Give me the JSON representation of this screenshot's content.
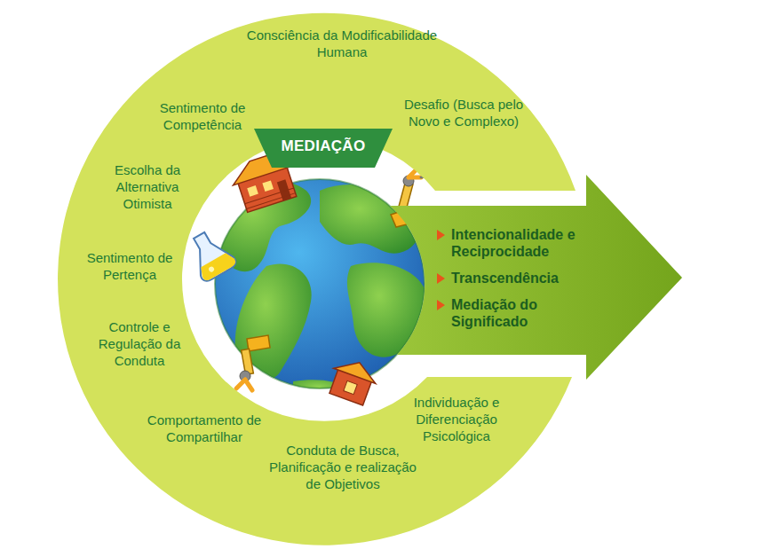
{
  "diagram": {
    "nodes": [
      {
        "text": [
          "Consciência da Modificabilidade Humana",
          "Sentimento de Competência",
          "Desafio (Busca pelo Novo e Complexo)",
          "Escolha da Alternativa Otimista",
          "Sentimento de Pertença",
          "Controle e Regulação da Conduta",
          "Comportamento de Compartilhar",
          "Individuação e Diferenciação Psicológica",
          "Conduta de Busca, Planificação e realização de Objetivos"
        ]
      },
      {
        "text": [
          "MEDIAÇÃO"
        ]
      },
      {
        "text": [
          "Intencionalidade e Reciprocidade",
          "Transcendência",
          "Mediação do Significado"
        ]
      }
    ]
  }
}
